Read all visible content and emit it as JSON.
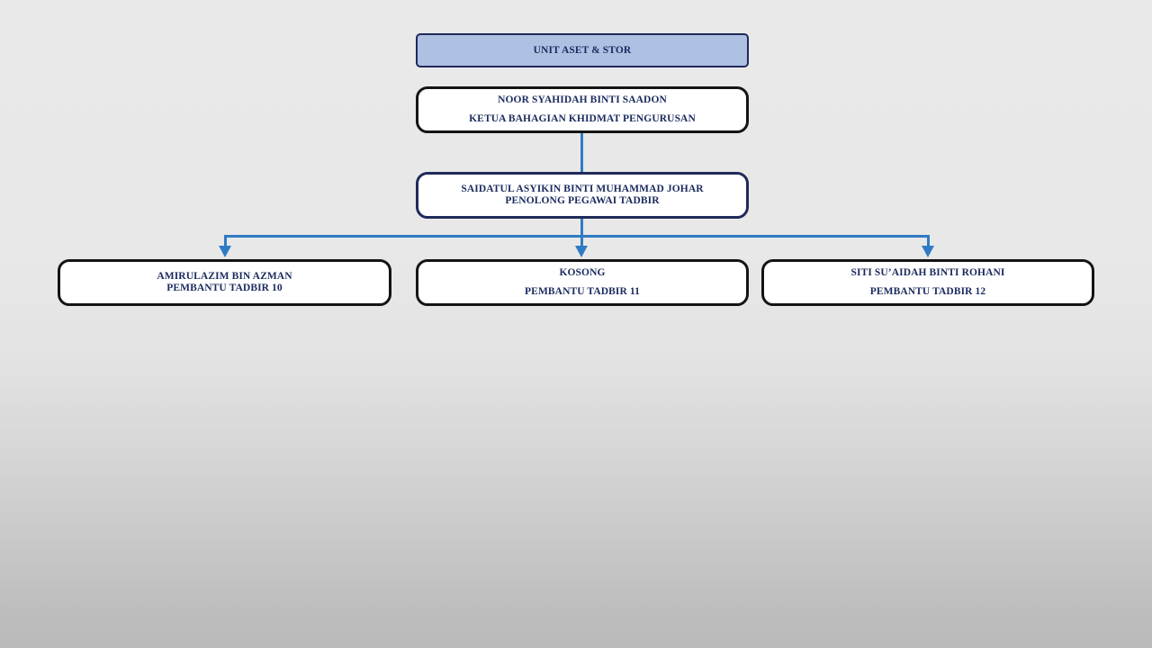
{
  "chart_data": {
    "type": "diagram",
    "title": "UNIT ASET & STOR",
    "diagram_kind": "organizational-chart",
    "nodes": [
      {
        "id": "unit",
        "lines": [
          "UNIT ASET & STOR"
        ],
        "fill": "#aec1e3",
        "border": "#20295c",
        "level": 0
      },
      {
        "id": "ketua",
        "lines": [
          "NOOR SYAHIDAH BINTI SAADON",
          "KETUA BAHAGIAN KHIDMAT PENGURUSAN"
        ],
        "fill": "#ffffff",
        "border": "#141414",
        "level": 1
      },
      {
        "id": "penolong",
        "lines": [
          "SAIDATUL ASYIKIN BINTI MUHAMMAD JOHAR",
          "PENOLONG PEGAWAI TADBIR"
        ],
        "fill": "#ffffff",
        "border": "#1f2a5a",
        "level": 2
      },
      {
        "id": "staff-1",
        "lines": [
          "AMIRULAZIM BIN AZMAN",
          "PEMBANTU TADBIR 10"
        ],
        "fill": "#ffffff",
        "border": "#141414",
        "level": 3
      },
      {
        "id": "staff-2",
        "lines": [
          "KOSONG",
          "PEMBANTU TADBIR 11"
        ],
        "fill": "#ffffff",
        "border": "#141414",
        "level": 3
      },
      {
        "id": "staff-3",
        "lines": [
          "SITI SU’AIDAH BINTI ROHANI",
          "PEMBANTU TADBIR 12"
        ],
        "fill": "#ffffff",
        "border": "#141414",
        "level": 3
      }
    ],
    "edges": [
      {
        "from": "ketua",
        "to": "penolong",
        "arrow": false
      },
      {
        "from": "penolong",
        "to": "staff-1",
        "arrow": true
      },
      {
        "from": "penolong",
        "to": "staff-2",
        "arrow": true
      },
      {
        "from": "penolong",
        "to": "staff-3",
        "arrow": true
      }
    ],
    "connector_color": "#2f7bc4",
    "text_color": "#1a2a5e",
    "background": "linear-gradient #e9e9e9 to #bababa"
  },
  "nodes": {
    "unit": {
      "line1": "UNIT ASET & STOR"
    },
    "ketua": {
      "line1": "NOOR SYAHIDAH BINTI SAADON",
      "line2": "KETUA BAHAGIAN KHIDMAT PENGURUSAN"
    },
    "penolong": {
      "line1": "SAIDATUL ASYIKIN BINTI MUHAMMAD JOHAR",
      "line2": "PENOLONG PEGAWAI TADBIR"
    },
    "staff1": {
      "line1": "AMIRULAZIM BIN AZMAN",
      "line2": "PEMBANTU TADBIR 10"
    },
    "staff2": {
      "line1": "KOSONG",
      "line2": "PEMBANTU TADBIR 11"
    },
    "staff3": {
      "line1": "SITI SU’AIDAH BINTI ROHANI",
      "line2": "PEMBANTU TADBIR 12"
    }
  }
}
